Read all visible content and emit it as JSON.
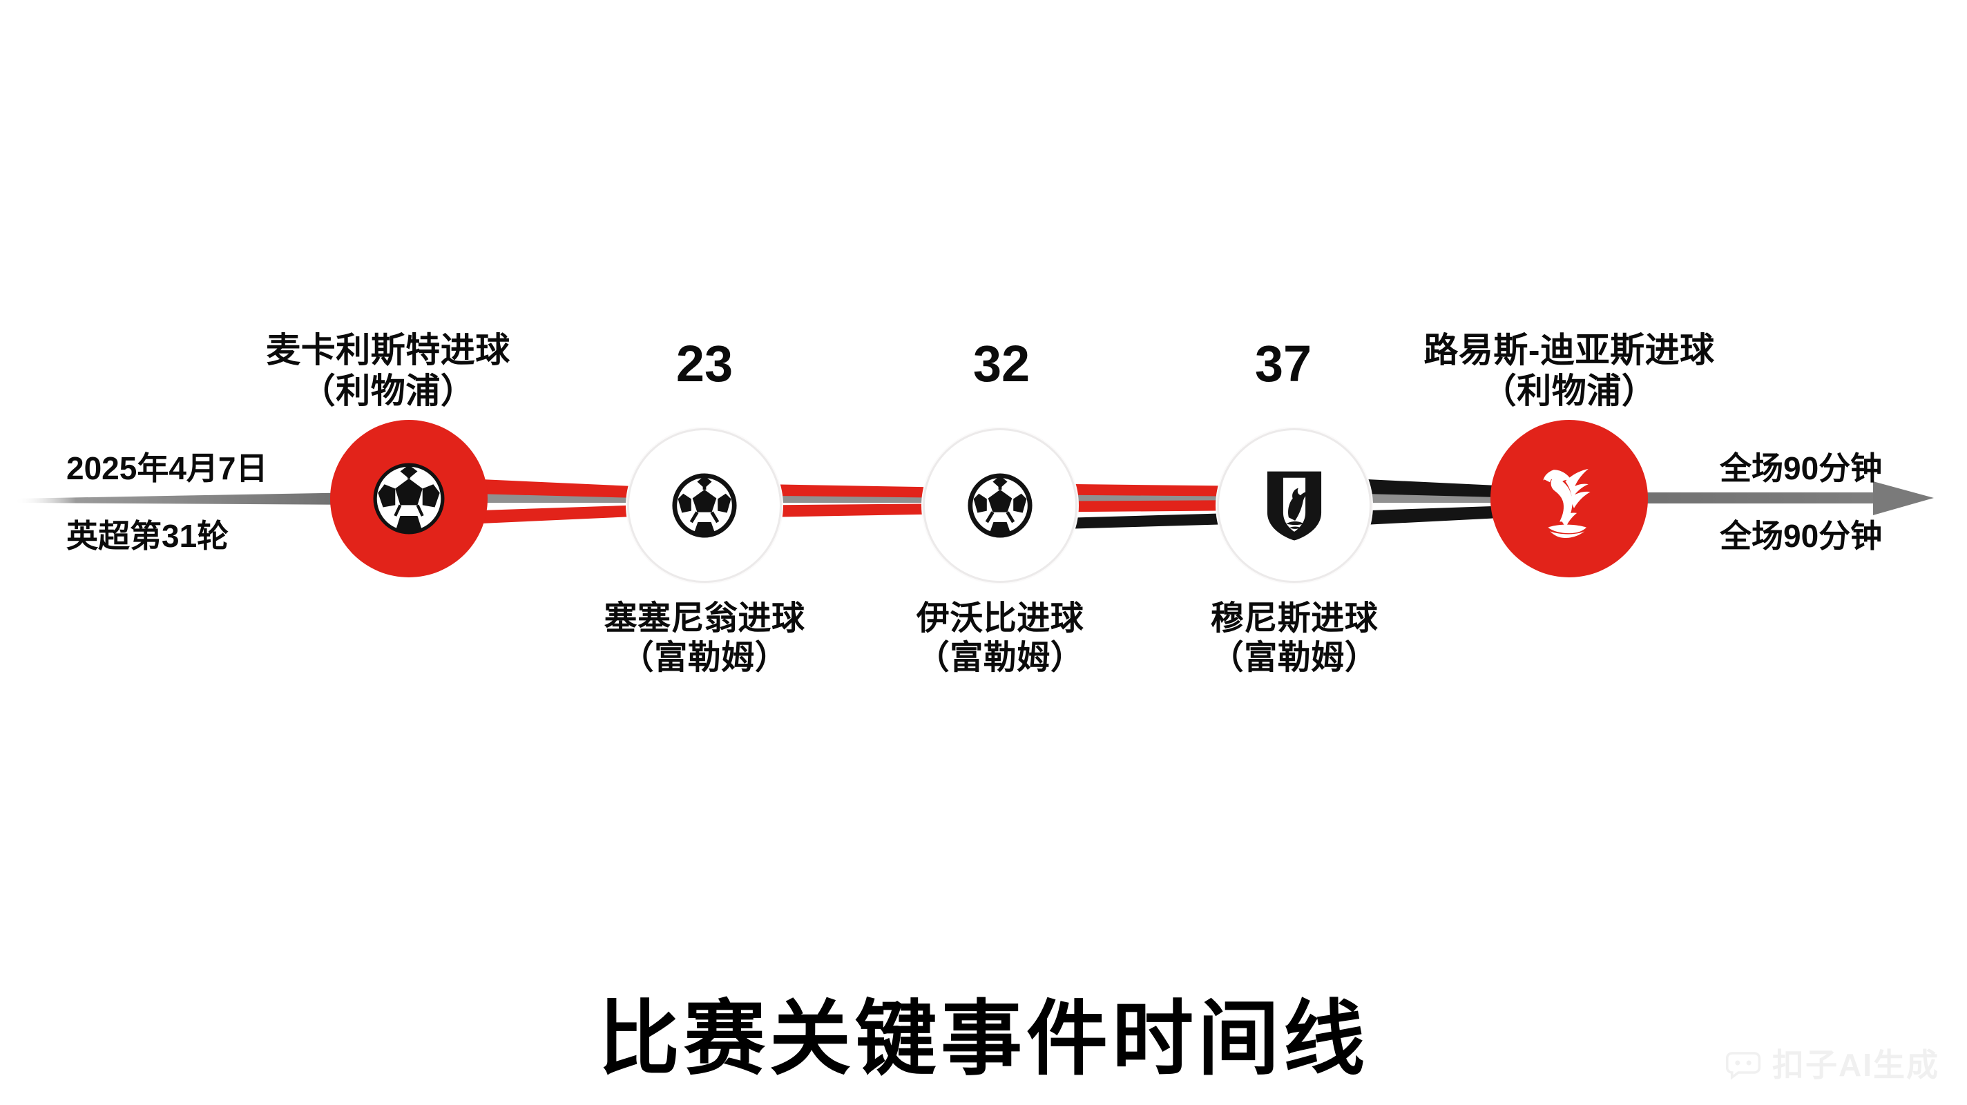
{
  "headline": "比赛关键事件时间线",
  "axis": {
    "start_label_line1": "2025年4月7日",
    "start_label_line2": "英超第31轮",
    "end_label_line1": "全场90分钟",
    "end_label_line2": "全场90分钟",
    "arrow_color": "#7a7a7a",
    "axis_color": "#6e6e6e"
  },
  "colors": {
    "liverpool_red": "#e2231a",
    "fulham_black": "#111111",
    "node_white": "#ffffff",
    "text": "#0b0b0b"
  },
  "nodes": [
    {
      "id": "node-mac-allister",
      "icon": "soccer-ball-icon",
      "style": "red",
      "minute": "",
      "caption_line1": "麦卡利斯特进球",
      "caption_line2": "（利物浦）",
      "caption_position": "above",
      "team": "利物浦"
    },
    {
      "id": "node-sessegnon",
      "icon": "soccer-ball-icon",
      "style": "white",
      "minute": "23",
      "caption_line1": "塞塞尼翁进球",
      "caption_line2": "（富勒姆）",
      "caption_position": "below",
      "team": "富勒姆"
    },
    {
      "id": "node-iwobi",
      "icon": "soccer-ball-icon",
      "style": "white",
      "minute": "32",
      "caption_line1": "伊沃比进球",
      "caption_line2": "（富勒姆）",
      "caption_position": "below",
      "team": "富勒姆"
    },
    {
      "id": "node-muniz",
      "icon": "fulham-crest-icon",
      "style": "white",
      "minute": "37",
      "caption_line1": "穆尼斯进球",
      "caption_line2": "（富勒姆）",
      "caption_position": "below",
      "team": "富勒姆"
    },
    {
      "id": "node-luis-diaz",
      "icon": "liverpool-liverbird-icon",
      "style": "red",
      "minute": "",
      "caption_line1": "路易斯-迪亚斯进球",
      "caption_line2": "（利物浦）",
      "caption_position": "above",
      "team": "利物浦"
    }
  ],
  "watermark": {
    "text": "扣子AI生成",
    "icon": "robot-face-icon"
  },
  "chart_data": {
    "type": "timeline",
    "title": "比赛关键事件时间线",
    "axis_start": "2025年4月7日 英超第31轮",
    "axis_end": "全场90分钟",
    "events": [
      {
        "minute": null,
        "label": "麦卡利斯特进球",
        "team": "利物浦",
        "marker": "red-soccer-ball"
      },
      {
        "minute": 23,
        "label": "塞塞尼翁进球",
        "team": "富勒姆",
        "marker": "white-soccer-ball"
      },
      {
        "minute": 32,
        "label": "伊沃比进球",
        "team": "富勒姆",
        "marker": "white-soccer-ball"
      },
      {
        "minute": 37,
        "label": "穆尼斯进球",
        "team": "富勒姆",
        "marker": "fulham-crest"
      },
      {
        "minute": null,
        "label": "路易斯-迪亚斯进球",
        "team": "利物浦",
        "marker": "liverpool-crest"
      }
    ]
  }
}
